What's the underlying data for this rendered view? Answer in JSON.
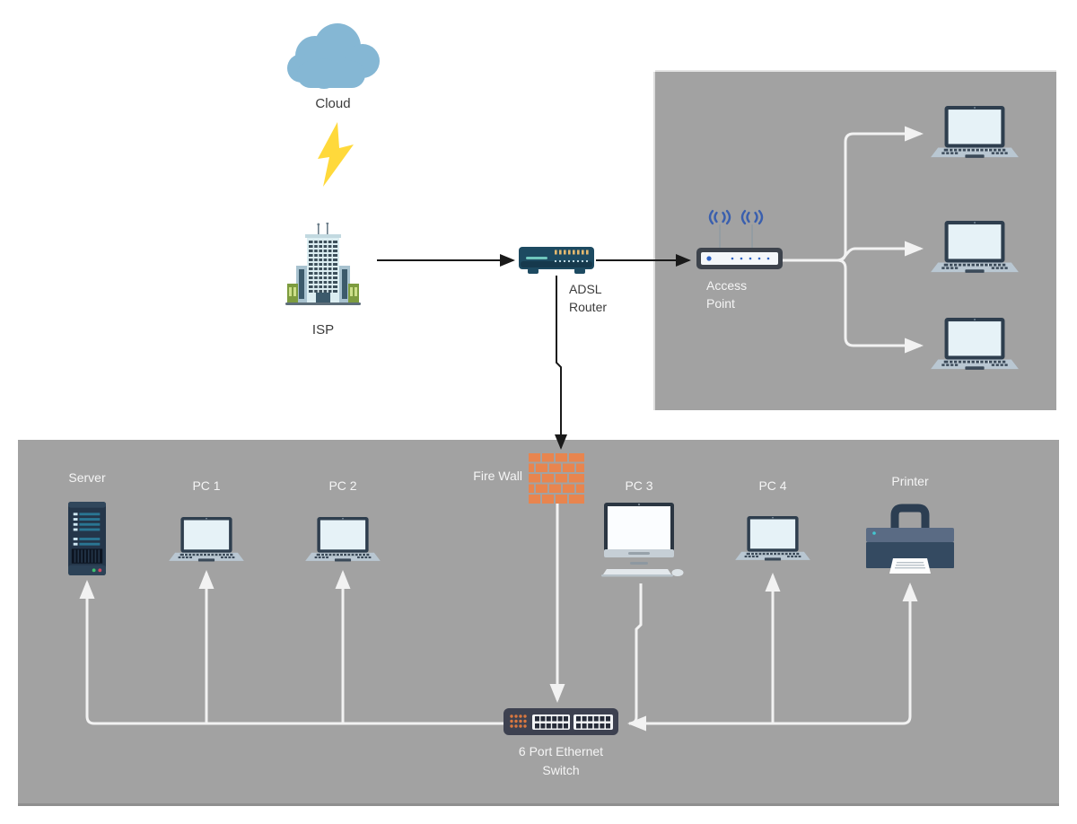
{
  "diagram": {
    "nodes": {
      "cloud": {
        "label": "Cloud"
      },
      "isp": {
        "label": "ISP"
      },
      "adsl_router": {
        "label": "ADSL\nRouter"
      },
      "access_point": {
        "label": "Access\nPoint"
      },
      "server": {
        "label": "Server"
      },
      "pc1": {
        "label": "PC 1"
      },
      "pc2": {
        "label": "PC 2"
      },
      "firewall": {
        "label": "Fire Wall"
      },
      "pc3": {
        "label": "PC 3"
      },
      "pc4": {
        "label": "PC 4"
      },
      "printer": {
        "label": "Printer"
      },
      "ethernet_switch": {
        "label": "6 Port Ethernet\nSwitch"
      }
    },
    "wireless_laptop_count": 3,
    "connections": [
      {
        "from": "cloud",
        "to": "isp",
        "style": "lightning-bolt"
      },
      {
        "from": "isp",
        "to": "adsl_router",
        "style": "black-arrow"
      },
      {
        "from": "adsl_router",
        "to": "access_point",
        "style": "black-arrow"
      },
      {
        "from": "adsl_router",
        "to": "firewall",
        "style": "black-arrow"
      },
      {
        "from": "access_point",
        "to": "wireless-laptop-1",
        "style": "white-arrow"
      },
      {
        "from": "access_point",
        "to": "wireless-laptop-2",
        "style": "white-arrow"
      },
      {
        "from": "access_point",
        "to": "wireless-laptop-3",
        "style": "white-arrow"
      },
      {
        "from": "firewall",
        "to": "ethernet_switch",
        "style": "white-arrow"
      },
      {
        "from": "ethernet_switch",
        "to": "server",
        "style": "white-arrow"
      },
      {
        "from": "ethernet_switch",
        "to": "pc1",
        "style": "white-arrow"
      },
      {
        "from": "ethernet_switch",
        "to": "pc2",
        "style": "white-arrow"
      },
      {
        "from": "pc3",
        "to": "ethernet_switch",
        "style": "white-line"
      },
      {
        "from": "ethernet_switch",
        "to": "pc4",
        "style": "white-arrow"
      },
      {
        "from": "ethernet_switch",
        "to": "printer",
        "style": "white-arrow"
      }
    ],
    "colors": {
      "canvas_bg": "#ffffff",
      "zone_bg": "#a2a2a2",
      "black_connector": "#1a1a1a",
      "white_connector": "#f2f2f2",
      "label_dark": "#3b3b3b",
      "label_light": "#f5f5f5",
      "cloud_blue": "#85b7d4",
      "bolt_yellow": "#ffd93b",
      "device_navy": "#2e3e4e",
      "screen_light": "#e6f2f7",
      "firewall_orange": "#e8854f",
      "wifi_blue": "#3a5fae",
      "switch_body": "#3d4150",
      "switch_dot_orange": "#d97840"
    }
  }
}
